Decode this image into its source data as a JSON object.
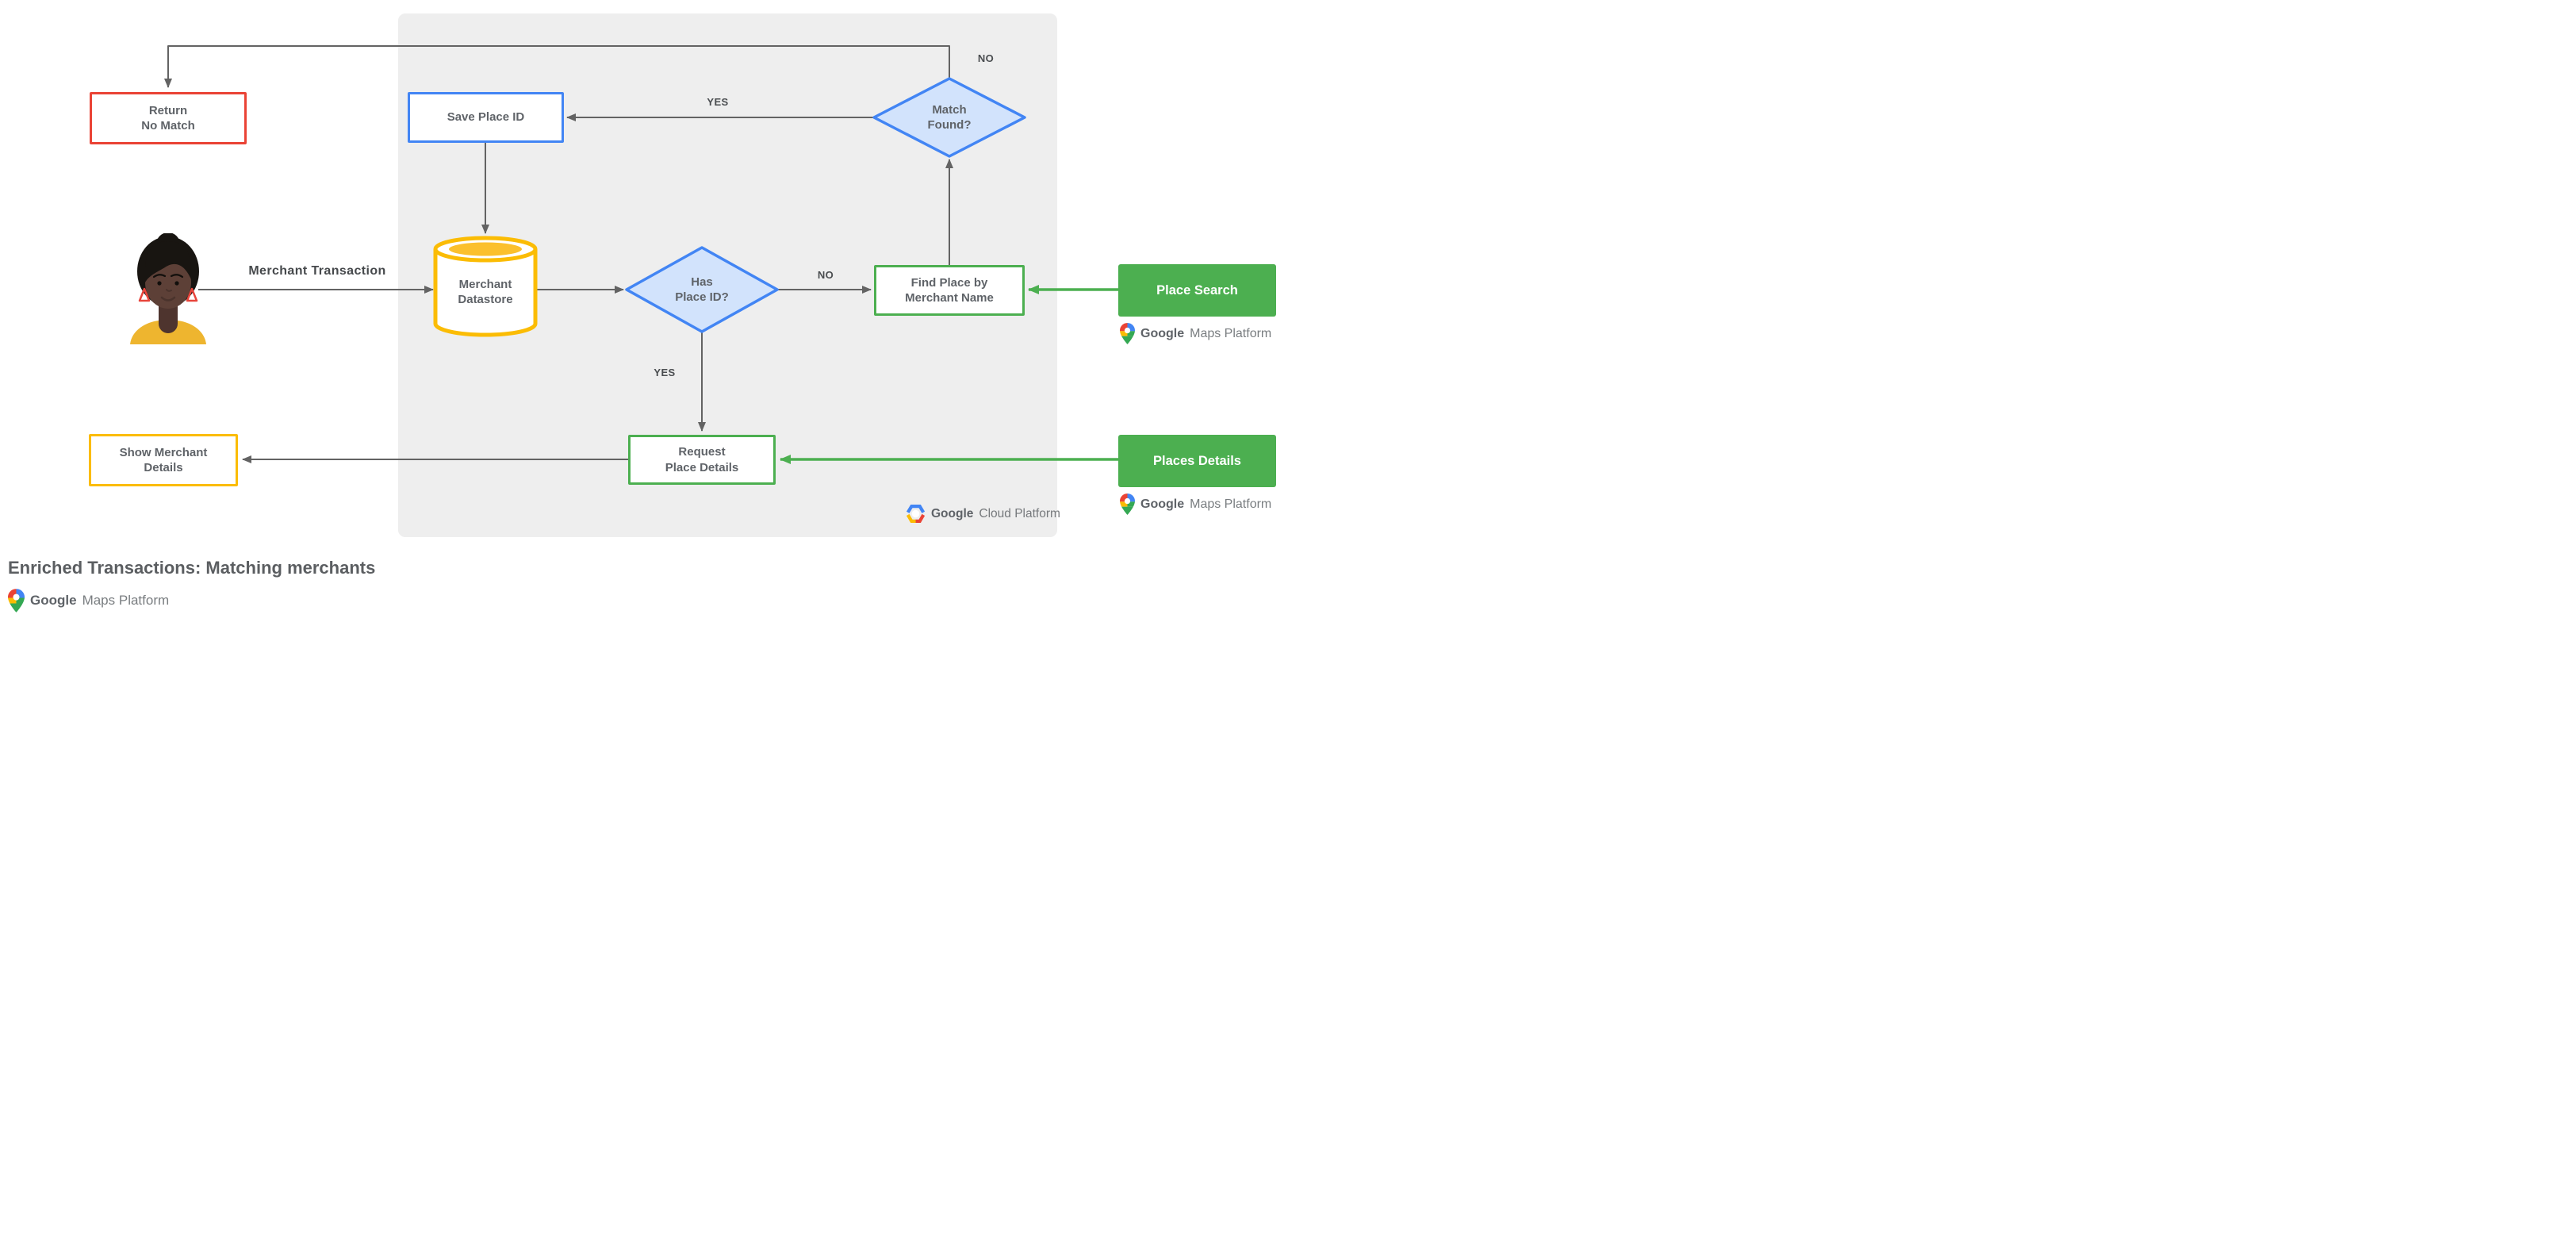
{
  "title": "Enriched Transactions: Matching merchants",
  "nodes": {
    "return_no_match": {
      "label": "Return\nNo Match"
    },
    "save_place_id": {
      "label": "Save Place ID"
    },
    "match_found": {
      "label": "Match\nFound?"
    },
    "merchant_datastore": {
      "label": "Merchant\nDatastore"
    },
    "has_place_id": {
      "label": "Has\nPlace ID?"
    },
    "find_place_by_merchant_name": {
      "label": "Find Place by\nMerchant Name"
    },
    "place_search": {
      "label": "Place Search"
    },
    "request_place_details": {
      "label": "Request\nPlace Details"
    },
    "places_details": {
      "label": "Places Details"
    },
    "show_merchant_details": {
      "label": "Show Merchant\nDetails"
    }
  },
  "edge_labels": {
    "match_found_yes": "YES",
    "match_found_no": "NO",
    "has_place_id_no": "NO",
    "has_place_id_yes": "YES",
    "merchant_transaction": "Merchant Transaction"
  },
  "logos": {
    "google_maps_platform": {
      "google": "Google",
      "rest": "Maps Platform"
    },
    "google_cloud_platform": {
      "google": "Google",
      "rest": "Cloud Platform"
    }
  },
  "colors": {
    "red": "#ea4335",
    "blue": "#4285f4",
    "diamond_fill": "#d2e3fc",
    "yellow": "#fbbc04",
    "yellow_fill": "#fbc02d",
    "green": "#4caf50",
    "panel_gray": "#eeeeee",
    "arrow_gray": "#636363",
    "text_gray": "#5f6368"
  }
}
